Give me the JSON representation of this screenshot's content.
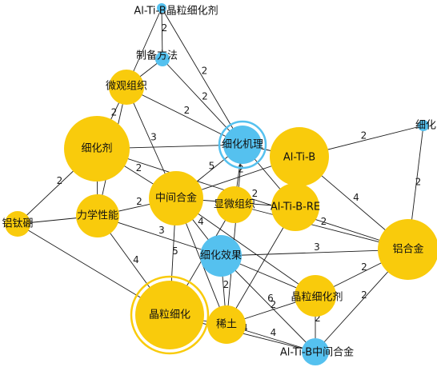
{
  "colors": {
    "yellow": "#f9cb0c",
    "blue": "#55c1ef",
    "edge": "#1a1a1a"
  },
  "nodes": [
    {
      "id": "altib_refiner",
      "label": "Al-Ti-B晶粒细化剂",
      "color": "blue",
      "highlight": false
    },
    {
      "id": "zhibei",
      "label": "制备方法",
      "color": "blue",
      "highlight": false
    },
    {
      "id": "weiguan",
      "label": "微观组织",
      "color": "yellow",
      "highlight": false
    },
    {
      "id": "xihuaji",
      "label": "细化剂",
      "color": "yellow",
      "highlight": false
    },
    {
      "id": "jili",
      "label": "细化机理",
      "color": "blue",
      "highlight": true
    },
    {
      "id": "altib",
      "label": "Al-Ti-B",
      "color": "yellow",
      "highlight": false
    },
    {
      "id": "xihua",
      "label": "细化",
      "color": "blue",
      "highlight": false
    },
    {
      "id": "zhongjian",
      "label": "中间合金",
      "color": "yellow",
      "highlight": false
    },
    {
      "id": "xianwei",
      "label": "显微组织",
      "color": "yellow",
      "highlight": false
    },
    {
      "id": "altibre",
      "label": "Al-Ti-B-RE",
      "color": "yellow",
      "highlight": false
    },
    {
      "id": "lvtaipeng",
      "label": "铝钛硼",
      "color": "yellow",
      "highlight": false
    },
    {
      "id": "lixue",
      "label": "力学性能",
      "color": "yellow",
      "highlight": false
    },
    {
      "id": "lvhejin",
      "label": "铝合金",
      "color": "yellow",
      "highlight": false
    },
    {
      "id": "xiaoguo",
      "label": "细化效果",
      "color": "blue",
      "highlight": false
    },
    {
      "id": "jingli_ji",
      "label": "晶粒细化剂",
      "color": "yellow",
      "highlight": false
    },
    {
      "id": "jinglixihua",
      "label": "晶粒细化",
      "color": "yellow",
      "highlight": true
    },
    {
      "id": "xitu",
      "label": "稀土",
      "color": "yellow",
      "highlight": false
    },
    {
      "id": "altib_mid",
      "label": "Al-Ti-B中间合金",
      "color": "blue",
      "highlight": false
    }
  ],
  "edges": [
    {
      "from": "altib_refiner",
      "to": "zhibei",
      "weight": "2"
    },
    {
      "from": "altib_refiner",
      "to": "weiguan",
      "weight": ""
    },
    {
      "from": "altib_refiner",
      "to": "jili",
      "weight": "2"
    },
    {
      "from": "zhibei",
      "to": "weiguan",
      "weight": ""
    },
    {
      "from": "zhibei",
      "to": "jili",
      "weight": "2"
    },
    {
      "from": "weiguan",
      "to": "xihuaji",
      "weight": "2"
    },
    {
      "from": "weiguan",
      "to": "lixue",
      "weight": ""
    },
    {
      "from": "weiguan",
      "to": "jili",
      "weight": "2"
    },
    {
      "from": "weiguan",
      "to": "zhongjian",
      "weight": "3"
    },
    {
      "from": "xihuaji",
      "to": "jili",
      "weight": ""
    },
    {
      "from": "xihuaji",
      "to": "zhongjian",
      "weight": "2"
    },
    {
      "from": "xihuaji",
      "to": "lixue",
      "weight": "3"
    },
    {
      "from": "xihuaji",
      "to": "lvtaipeng",
      "weight": "2"
    },
    {
      "from": "xihuaji",
      "to": "lvhejin",
      "weight": "2"
    },
    {
      "from": "zhongjian",
      "to": "jili",
      "weight": "5"
    },
    {
      "from": "jili",
      "to": "altib",
      "weight": ""
    },
    {
      "from": "jili",
      "to": "altibre",
      "weight": ""
    },
    {
      "from": "jili",
      "to": "xianwei",
      "weight": "2"
    },
    {
      "from": "jili",
      "to": "xitu",
      "weight": ""
    },
    {
      "from": "altib",
      "to": "xihua",
      "weight": "2"
    },
    {
      "from": "altib",
      "to": "lvhejin",
      "weight": "4"
    },
    {
      "from": "altib",
      "to": "zhongjian",
      "weight": ""
    },
    {
      "from": "xihua",
      "to": "lvhejin",
      "weight": "2"
    },
    {
      "from": "zhongjian",
      "to": "lixue",
      "weight": "2"
    },
    {
      "from": "zhongjian",
      "to": "jinglixihua",
      "weight": "5"
    },
    {
      "from": "zhongjian",
      "to": "xiaoguo",
      "weight": "4"
    },
    {
      "from": "zhongjian",
      "to": "jingli_ji",
      "weight": ""
    },
    {
      "from": "zhongjian",
      "to": "altibre",
      "weight": "2"
    },
    {
      "from": "lvtaipeng",
      "to": "lixue",
      "weight": ""
    },
    {
      "from": "lvtaipeng",
      "to": "jinglixihua",
      "weight": ""
    },
    {
      "from": "lixue",
      "to": "jinglixihua",
      "weight": "4"
    },
    {
      "from": "lixue",
      "to": "xiaoguo",
      "weight": "3"
    },
    {
      "from": "xianwei",
      "to": "lvhejin",
      "weight": "2"
    },
    {
      "from": "xianwei",
      "to": "jinglixihua",
      "weight": ""
    },
    {
      "from": "altibre",
      "to": "xitu",
      "weight": ""
    },
    {
      "from": "xiaoguo",
      "to": "lvhejin",
      "weight": "3"
    },
    {
      "from": "xiaoguo",
      "to": "altib_mid",
      "weight": "6"
    },
    {
      "from": "xiaoguo",
      "to": "xitu",
      "weight": "2"
    },
    {
      "from": "xiaoguo",
      "to": "jingli_ji",
      "weight": ""
    },
    {
      "from": "jingli_ji",
      "to": "lvhejin",
      "weight": "2"
    },
    {
      "from": "jingli_ji",
      "to": "xitu",
      "weight": "2"
    },
    {
      "from": "jingli_ji",
      "to": "altib_mid",
      "weight": "2"
    },
    {
      "from": "lvhejin",
      "to": "altib_mid",
      "weight": "2"
    },
    {
      "from": "xitu",
      "to": "altib_mid",
      "weight": "4"
    },
    {
      "from": "xitu",
      "to": "jinglixihua",
      "weight": ""
    },
    {
      "from": "altib_mid",
      "to": "jinglixihua",
      "weight": "4"
    },
    {
      "from": "zhongjian",
      "to": "xitu",
      "weight": ""
    }
  ]
}
